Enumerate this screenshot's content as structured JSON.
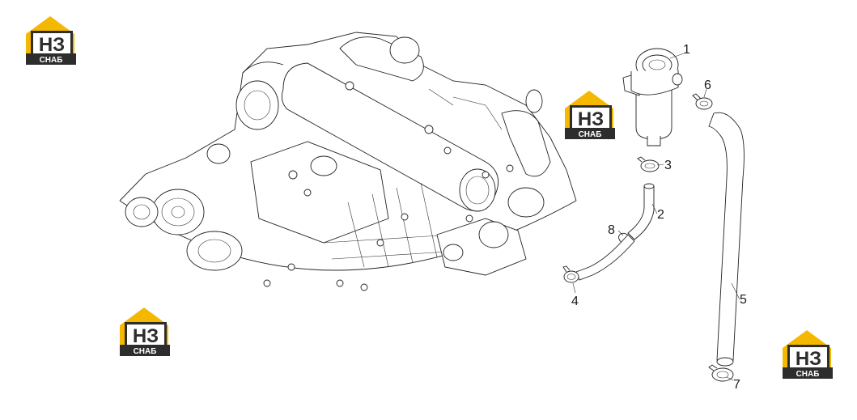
{
  "logo": {
    "letters": "НЗ",
    "caption": "СНАБ",
    "colors": {
      "yellow": "#f5b800",
      "dark": "#2d2d2d"
    }
  },
  "callouts": [
    "1",
    "2",
    "3",
    "4",
    "5",
    "6",
    "7",
    "8"
  ]
}
